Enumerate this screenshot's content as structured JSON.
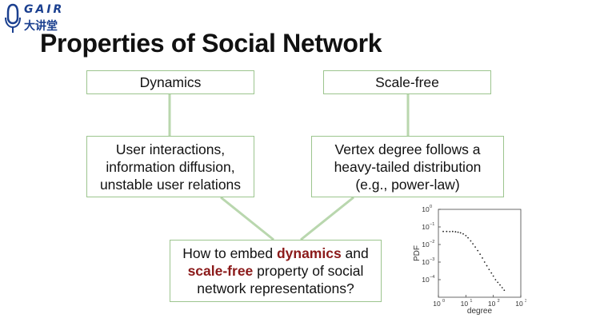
{
  "logo": {
    "brand": "GAIR",
    "subtitle": "大讲堂"
  },
  "slide": {
    "title": "Properties of Social Network"
  },
  "boxes": {
    "dynamics": "Dynamics",
    "scale_free": "Scale-free",
    "dynamics_detail": [
      "User interactions,",
      "information diffusion,",
      "unstable user relations"
    ],
    "scale_free_detail": [
      "Vertex degree follows a",
      "heavy-tailed distribution",
      "(e.g., power-law)"
    ],
    "question": {
      "line1_pre": "How to embed ",
      "line1_hl": "dynamics",
      "line1_post": " and",
      "line2_hl": "scale-free",
      "line2_post": " property of social",
      "line3": "network representations?"
    }
  },
  "colors": {
    "box_border": "#9cc58e",
    "highlight": "#8b1a1a",
    "logo": "#1a3f8f"
  },
  "chart_data": {
    "type": "scatter",
    "xlabel": "degree",
    "ylabel": "PDF",
    "x_scale": "log",
    "y_scale": "log",
    "xlim": [
      1,
      1000
    ],
    "ylim": [
      1e-05,
      1
    ],
    "x_ticks": [
      "10",
      "10",
      "10",
      "10"
    ],
    "x_tick_exps": [
      "0",
      "1",
      "2",
      "3"
    ],
    "y_ticks": [
      "10",
      "10",
      "10",
      "10",
      "10"
    ],
    "y_tick_exps": [
      "0",
      "−1",
      "−2",
      "−3",
      "−4"
    ],
    "x": [
      1.5,
      2,
      2.6,
      3.3,
      4.2,
      5.2,
      6.4,
      8,
      10,
      12,
      15,
      18,
      22,
      27,
      33,
      40,
      48,
      58,
      70,
      85,
      100,
      120,
      145,
      175,
      210,
      250
    ],
    "y": [
      0.055,
      0.055,
      0.054,
      0.055,
      0.053,
      0.05,
      0.046,
      0.04,
      0.032,
      0.024,
      0.016,
      0.011,
      0.0072,
      0.0045,
      0.0028,
      0.0017,
      0.001,
      0.00062,
      0.00038,
      0.00024,
      0.00016,
      0.0001,
      7e-05,
      5e-05,
      3.5e-05,
      2.5e-05
    ]
  }
}
